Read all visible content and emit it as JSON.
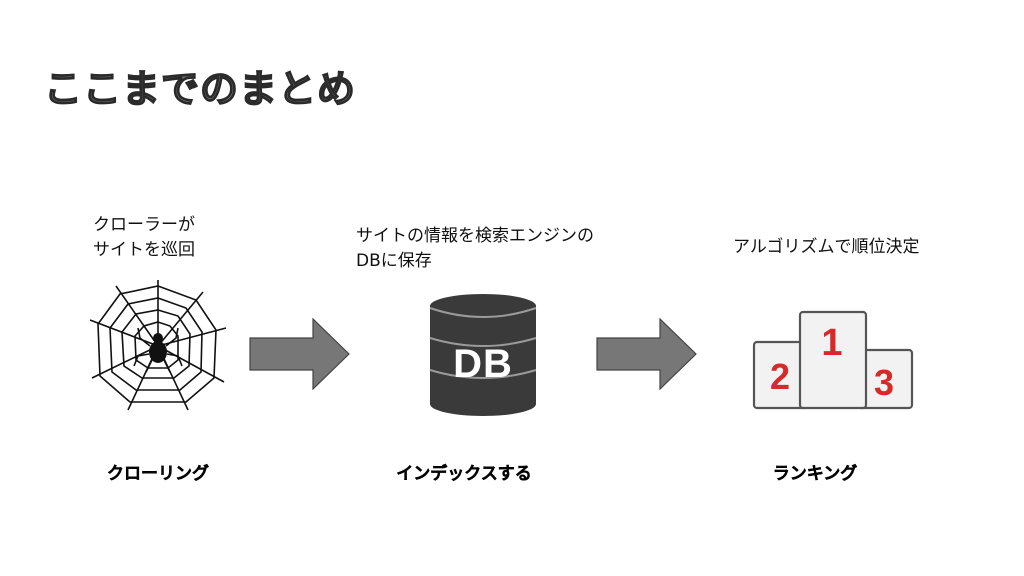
{
  "slide": {
    "title": "ここまでのまとめ"
  },
  "steps": [
    {
      "description": "クローラーが\nサイトを巡回",
      "label": "クローリング",
      "illustration": "spider-web-icon"
    },
    {
      "description": "サイトの情報を検索エンジンの\nDBに保存",
      "label": "インデックスする",
      "illustration": "database-icon",
      "db_text": "DB"
    },
    {
      "description": "アルゴリズムで順位決定",
      "label": "ランキング",
      "illustration": "podium-icon",
      "ranks": [
        "1",
        "2",
        "3"
      ]
    }
  ],
  "colors": {
    "title_fill": "#7a7a7a",
    "arrow_fill": "#777777",
    "db_fill": "#3a3a3a",
    "rank_red": "#d62a2a"
  }
}
